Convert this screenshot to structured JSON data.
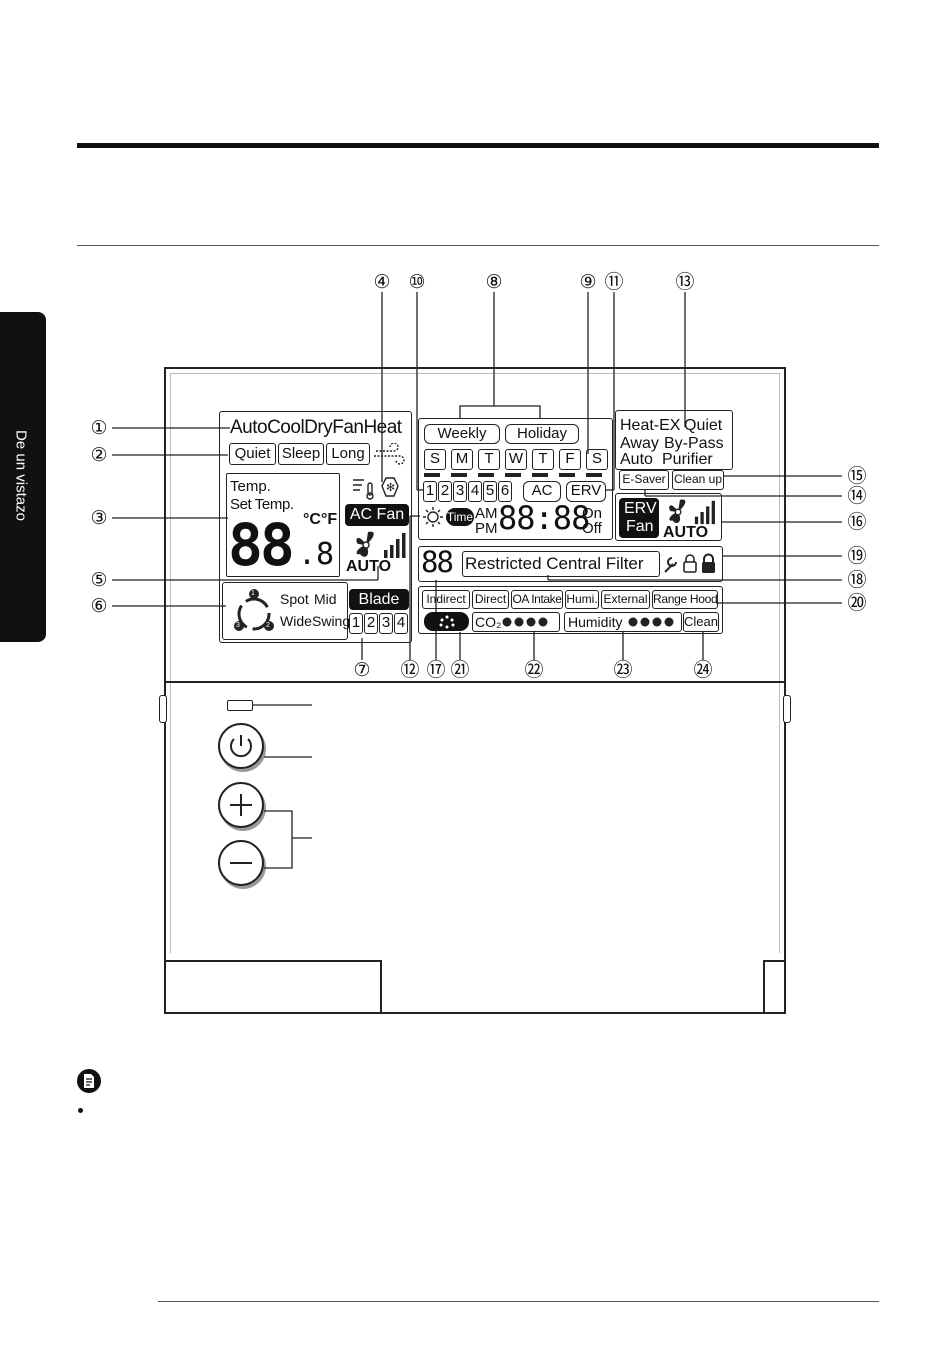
{
  "side_tab": {
    "label": "De un vistazo"
  },
  "callouts": {
    "n1": "①",
    "n2": "②",
    "n3": "③",
    "n4": "④",
    "n5": "⑤",
    "n6": "⑥",
    "n7": "⑦",
    "n8": "⑧",
    "n9": "⑨",
    "n10": "⑩",
    "n11": "⑪",
    "n12": "⑫",
    "n13": "⑬",
    "n14": "⑭",
    "n15": "⑮",
    "n16": "⑯",
    "n17": "⑰",
    "n18": "⑱",
    "n19": "⑲",
    "n20": "⑳",
    "n21": "㉑",
    "n22": "㉒",
    "n23": "㉓",
    "n24": "㉔"
  },
  "lcd": {
    "modes": "AutoCoolDryFanHeat",
    "quiet": "Quiet",
    "sleep": "Sleep",
    "long": "Long",
    "temp": "Temp.",
    "set_temp": "Set Temp.",
    "unit": "°C°F",
    "big_digits": "88",
    "small_digit": ".8",
    "ac_fan": "AC Fan",
    "fan_auto": "AUTO",
    "spot": "Spot",
    "mid": "Mid",
    "wide": "Wide",
    "swing": "Swing",
    "blade": "Blade",
    "blade_numbers": [
      "1",
      "2",
      "3",
      "4"
    ],
    "dir_numbers": [
      "1",
      "2",
      "3"
    ],
    "weekly": "Weekly",
    "holiday": "Holiday",
    "days": [
      "S",
      "M",
      "T",
      "W",
      "T",
      "F",
      "S"
    ],
    "schedule_numbers": [
      "1",
      "2",
      "3",
      "4",
      "5",
      "6"
    ],
    "ac": "AC",
    "erv": "ERV",
    "time": "Time",
    "am": "AM",
    "pm": "PM",
    "clock": "88:88",
    "on": "On",
    "off": "Off",
    "heat_ex": "Heat-EX",
    "quiet2": "Quiet",
    "away": "Away",
    "bypass": "By-Pass",
    "auto2": "Auto",
    "purifier": "Purifier",
    "esaver": "E-Saver",
    "cleanup": "Clean up",
    "erv_fan_1": "ERV",
    "erv_fan_2": "Fan",
    "erv_auto": "AUTO",
    "filter_digits": "88",
    "restricted": "Restricted Central Filter",
    "indirect": "Indirect",
    "direct": "Direct",
    "oa_intake": "OA Intake",
    "humi": "Humi.",
    "external": "External",
    "range_hood": "Range Hood",
    "co2": "CO₂",
    "humidity": "Humidity",
    "clean": "Clean"
  },
  "colors": {
    "ink": "#111111",
    "line": "#222222",
    "tab": "#111111"
  }
}
